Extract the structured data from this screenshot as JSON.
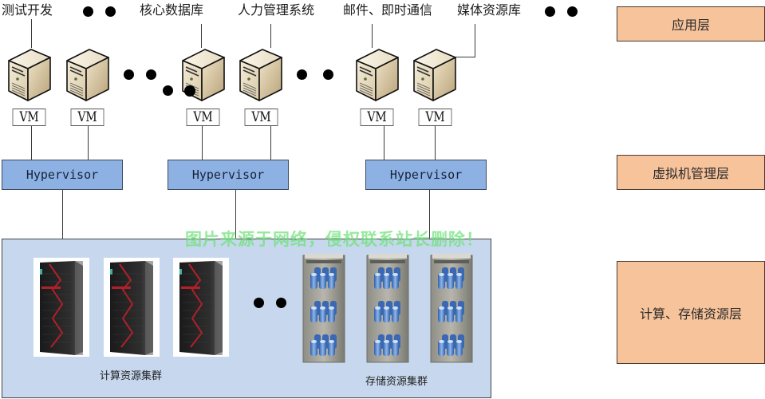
{
  "diagram": {
    "application_labels": [
      "测试开发",
      "核心数据库",
      "人力管理系统",
      "邮件、即时通信",
      "媒体资源库"
    ],
    "vm_label": "VM",
    "vm_count": 6,
    "hypervisor_label": "Hypervisor",
    "hypervisor_count": 3,
    "compute_cluster_label": "计算资源集群",
    "storage_cluster_label": "存储资源集群",
    "layers": {
      "application": "应用层",
      "virtualization": "虚拟机管理层",
      "resource": "计算、存储资源层"
    },
    "watermark": "图片来源于网络，侵权联系站长删除！",
    "colors": {
      "hypervisor_fill": "#8eb1e3",
      "panel_fill": "#c7d8ee",
      "layer_fill": "#f7c39b",
      "watermark": "#6ee178"
    }
  }
}
